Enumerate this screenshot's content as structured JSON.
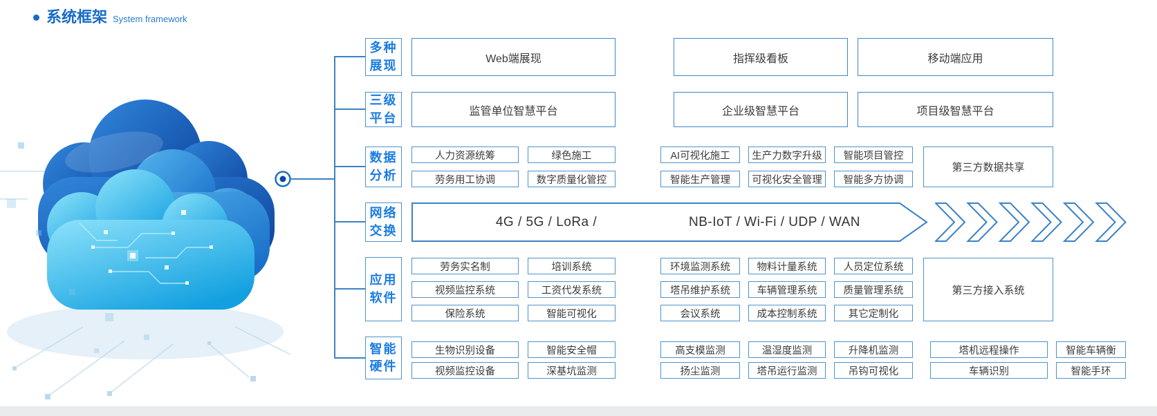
{
  "title": {
    "zh": "系统框架",
    "en": "System framework"
  },
  "colors": {
    "title_blue": "#176bc7",
    "label_blue": "#1b7ce0",
    "line_blue": "#3b82c4",
    "box_border_blue": "#4e92ca",
    "box_text": "#3c3c3c",
    "cloud_dark": "#0a3f98",
    "cloud_cyan": "#12a0e0"
  },
  "tree": {
    "display": {
      "l1": "多种",
      "l2": "展现"
    },
    "platform": {
      "l1": "三级",
      "l2": "平台"
    },
    "data": {
      "l1": "数据",
      "l2": "分析"
    },
    "network": {
      "l1": "网络",
      "l2": "交换"
    },
    "software": {
      "l1": "应用",
      "l2": "软件"
    },
    "hardware": {
      "l1": "智能",
      "l2": "硬件"
    }
  },
  "display_row": [
    "Web端展现",
    "指挥级看板",
    "移动端应用"
  ],
  "platform_row": [
    "监管单位智慧平台",
    "企业级智慧平台",
    "项目级智慧平台"
  ],
  "data_row": {
    "left": [
      [
        "人力资源统筹",
        "绿色施工"
      ],
      [
        "劳务用工协调",
        "数字质量化管控"
      ]
    ],
    "right": [
      [
        "AI可视化施工",
        "生产力数字升级",
        "智能项目管控"
      ],
      [
        "智能生产管理",
        "可视化安全管理",
        "智能多方协调"
      ]
    ],
    "side": "第三方数据共享"
  },
  "network_row": {
    "left": "4G / 5G / LoRa /",
    "right": "NB-IoT / Wi-Fi / UDP / WAN"
  },
  "software_row": {
    "left": [
      [
        "劳务实名制",
        "培训系统"
      ],
      [
        "视频监控系统",
        "工资代发系统"
      ],
      [
        "保险系统",
        "智能可视化"
      ]
    ],
    "right": [
      [
        "环境监测系统",
        "物料计量系统",
        "人员定位系统"
      ],
      [
        "塔吊维护系统",
        "车辆管理系统",
        "质量管理系统"
      ],
      [
        "会议系统",
        "成本控制系统",
        "其它定制化"
      ]
    ],
    "side": "第三方接入系统"
  },
  "hardware_row": {
    "left": [
      [
        "生物识别设备",
        "智能安全帽"
      ],
      [
        "视频监控设备",
        "深基坑监测"
      ]
    ],
    "right": [
      [
        "高支模监测",
        "温湿度监测",
        "升降机监测",
        "塔机远程操作",
        "智能车辆衡"
      ],
      [
        "扬尘监测",
        "塔吊运行监测",
        "吊钩可视化",
        "车辆识别",
        "智能手环"
      ]
    ]
  }
}
